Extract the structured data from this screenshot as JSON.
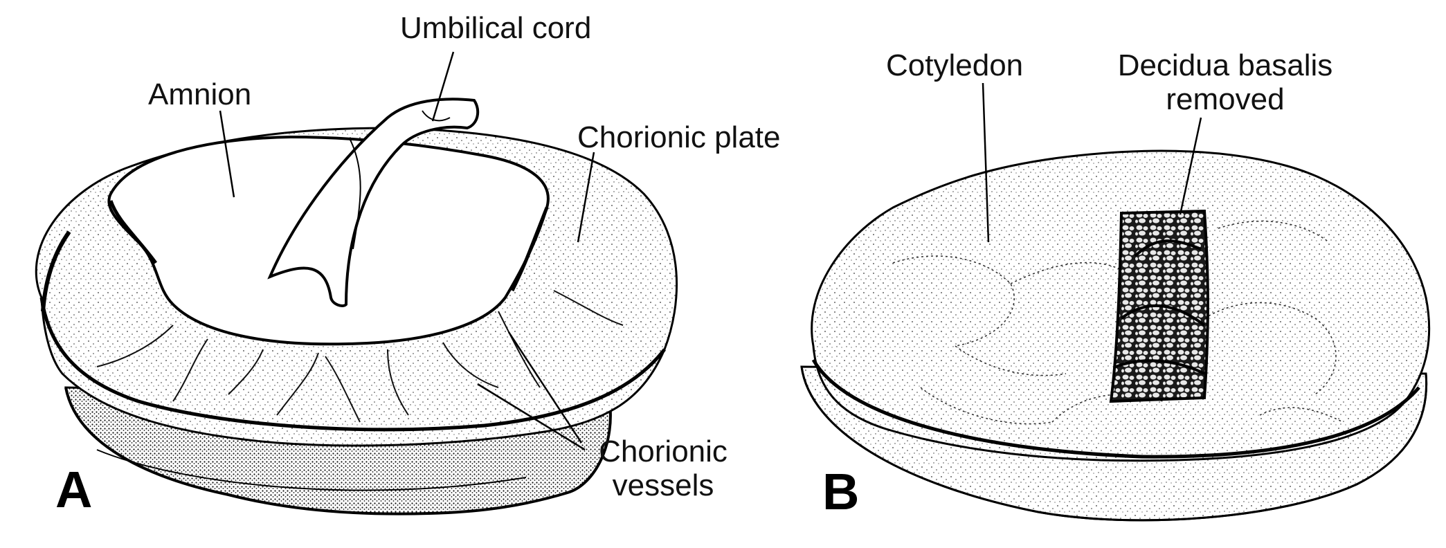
{
  "panel_a": {
    "letter": "A",
    "labels": {
      "umbilical_cord": "Umbilical cord",
      "amnion": "Amnion",
      "chorionic_plate": "Chorionic plate",
      "chorionic_vessels_line1": "Chorionic",
      "chorionic_vessels_line2": "vessels"
    }
  },
  "panel_b": {
    "letter": "B",
    "labels": {
      "cotyledon": "Cotyledon",
      "decidua_line1": "Decidua basalis",
      "decidua_line2": "removed"
    }
  },
  "colors": {
    "ink": "#111111",
    "paper": "#ffffff"
  }
}
